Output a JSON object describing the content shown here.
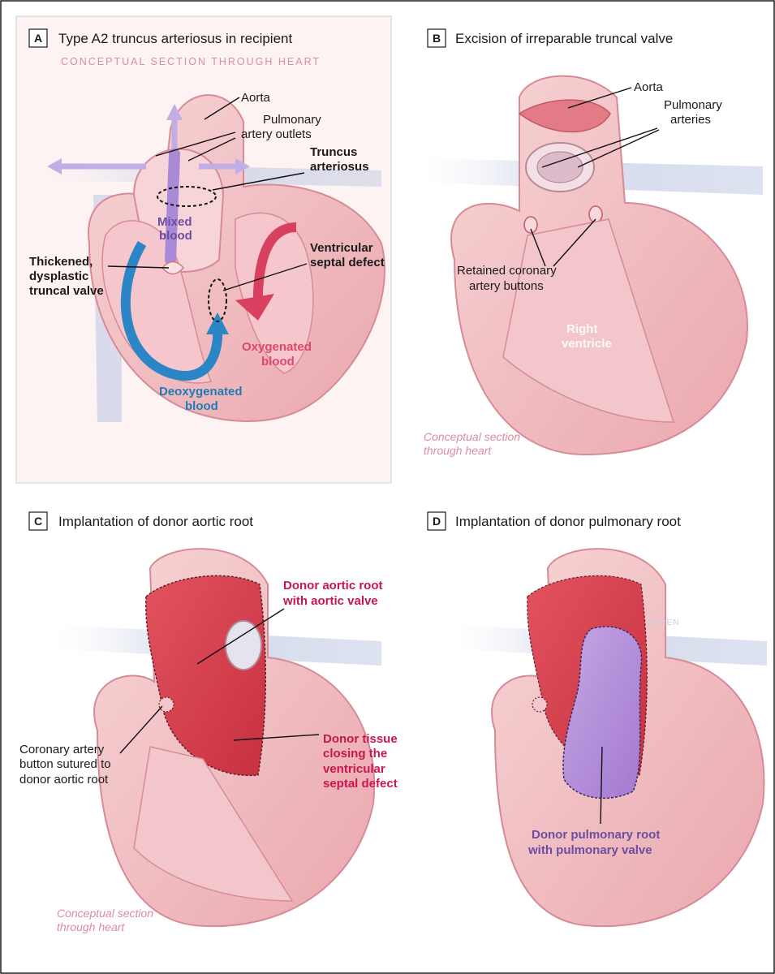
{
  "colors": {
    "heart_tissue": "#f2c2c5",
    "heart_dark": "#e39aa2",
    "deoxygenated": "#2b86c5",
    "oxygenated": "#d9405f",
    "mixed": "#a98ad6",
    "donor_aortic": "#d9414f",
    "donor_pulmonary": "#b28ad6",
    "vessel_blue": "#b9c3de"
  },
  "panels": {
    "a": {
      "letter": "A",
      "title": "Type A2 truncus arteriosus in recipient",
      "caption": "CONCEPTUAL SECTION THROUGH HEART",
      "labels": {
        "aorta": "Aorta",
        "pulm_outlets_1": "Pulmonary",
        "pulm_outlets_2": "artery outlets",
        "truncus_1": "Truncus",
        "truncus_2": "arteriosus",
        "mixed_1": "Mixed",
        "mixed_2": "blood",
        "vsd_1": "Ventricular",
        "vsd_2": "septal defect",
        "valve_1": "Thickened,",
        "valve_2": "dysplastic",
        "valve_3": "truncal valve",
        "oxy_1": "Oxygenated",
        "oxy_2": "blood",
        "deoxy_1": "Deoxygenated",
        "deoxy_2": "blood"
      }
    },
    "b": {
      "letter": "B",
      "title": "Excision of irreparable truncal valve",
      "caption_1": "Conceptual section",
      "caption_2": "through heart",
      "labels": {
        "aorta": "Aorta",
        "pulm_1": "Pulmonary",
        "pulm_2": "arteries",
        "coronary_1": "Retained coronary",
        "coronary_2": "artery buttons",
        "rv_1": "Right",
        "rv_2": "ventricle"
      }
    },
    "c": {
      "letter": "C",
      "title": "Implantation of donor aortic root",
      "caption_1": "Conceptual section",
      "caption_2": "through heart",
      "labels": {
        "donor_root_1": "Donor aortic root",
        "donor_root_2": "with aortic valve",
        "button_1": "Coronary artery",
        "button_2": "button sutured to",
        "button_3": "donor aortic root",
        "tissue_1": "Donor tissue",
        "tissue_2": "closing the",
        "tissue_3": "ventricular",
        "tissue_4": "septal defect"
      }
    },
    "d": {
      "letter": "D",
      "title": "Implantation of donor pulmonary root",
      "signature": "KAREN",
      "labels": {
        "pulm_root_1": "Donor pulmonary root",
        "pulm_root_2": "with pulmonary valve"
      }
    }
  }
}
